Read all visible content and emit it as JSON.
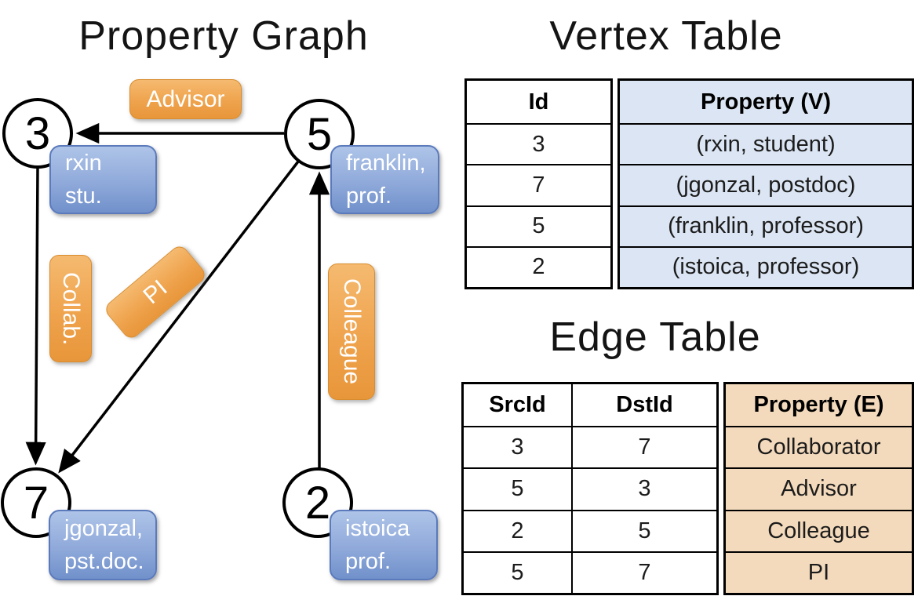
{
  "graph": {
    "title": "Property Graph",
    "nodes": [
      {
        "id": "3",
        "line1": "rxin",
        "line2": "stu."
      },
      {
        "id": "5",
        "line1": "franklin,",
        "line2": "prof."
      },
      {
        "id": "7",
        "line1": "jgonzal,",
        "line2": "pst.doc."
      },
      {
        "id": "2",
        "line1": "istoica",
        "line2": "prof."
      }
    ],
    "edges": [
      {
        "label": "Advisor",
        "from": "5",
        "to": "3"
      },
      {
        "label": "Collab.",
        "from": "3",
        "to": "7"
      },
      {
        "label": "PI",
        "from": "5",
        "to": "7"
      },
      {
        "label": "Colleague",
        "from": "2",
        "to": "5"
      }
    ]
  },
  "vertex_table": {
    "title": "Vertex Table",
    "headers": {
      "id": "Id",
      "property": "Property (V)"
    },
    "rows": [
      {
        "id": "3",
        "property": "(rxin, student)"
      },
      {
        "id": "7",
        "property": "(jgonzal, postdoc)"
      },
      {
        "id": "5",
        "property": "(franklin, professor)"
      },
      {
        "id": "2",
        "property": "(istoica, professor)"
      }
    ]
  },
  "edge_table": {
    "title": "Edge Table",
    "headers": {
      "src": "SrcId",
      "dst": "DstId",
      "property": "Property (E)"
    },
    "rows": [
      {
        "src": "3",
        "dst": "7",
        "property": "Collaborator"
      },
      {
        "src": "5",
        "dst": "3",
        "property": "Advisor"
      },
      {
        "src": "2",
        "dst": "5",
        "property": "Colleague"
      },
      {
        "src": "5",
        "dst": "7",
        "property": "PI"
      }
    ]
  },
  "colors": {
    "edge_badge_orange": "#EFA34D",
    "vertex_box_blue": "#8FA9DA",
    "vertex_cell_bg": "#DBE5F3",
    "edge_cell_bg": "#F4DABC",
    "line_black": "#000000"
  }
}
